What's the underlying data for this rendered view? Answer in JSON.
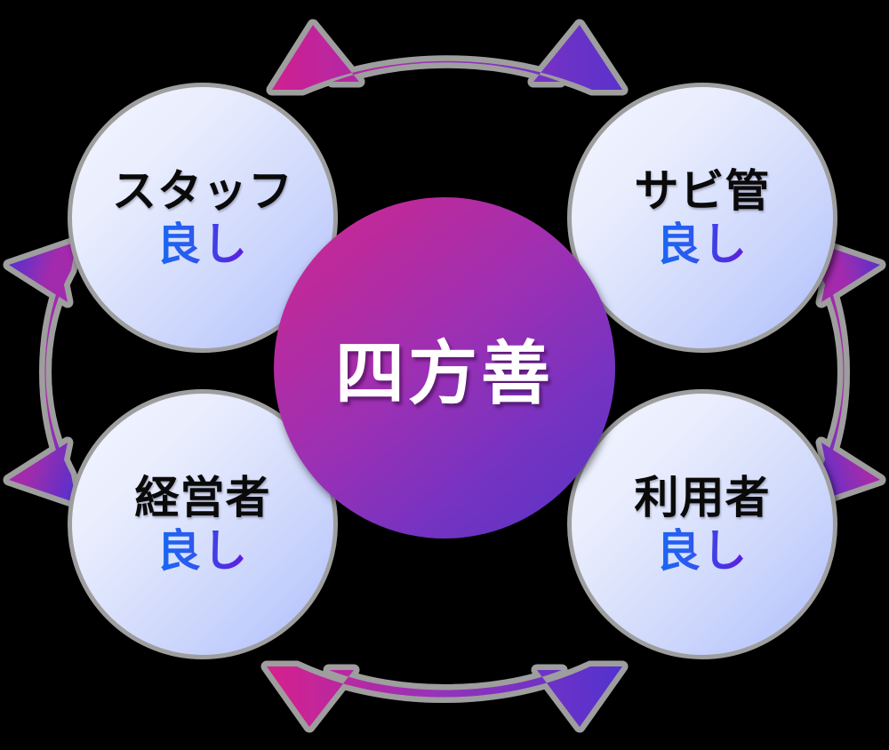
{
  "diagram": {
    "title": "四方善",
    "background_color": "#000000",
    "center": {
      "label": "四方善",
      "text_color": "#ffffff",
      "gradient_from": "#cf2a8f",
      "gradient_to": "#5633c6"
    },
    "nodes": [
      {
        "id": "staff",
        "label": "スタッフ",
        "sub": "良し",
        "position": "top-left"
      },
      {
        "id": "sabikan",
        "label": "サビ管",
        "sub": "良し",
        "position": "top-right"
      },
      {
        "id": "manager",
        "label": "経営者",
        "sub": "良し",
        "position": "bottom-left"
      },
      {
        "id": "user",
        "label": "利用者",
        "sub": "良し",
        "position": "bottom-right"
      }
    ],
    "node_style": {
      "label_color": "#0a0a0a",
      "sub_gradient_from": "#1668f2",
      "sub_gradient_to": "#6418e0",
      "fill_from": "#f3f5ff",
      "fill_to": "#aebdfc",
      "border_color": "#9e9e9e"
    },
    "arrows": [
      {
        "id": "arrow-top",
        "name": "top-double-arrow",
        "direction": "bidirectional",
        "connects": [
          "staff",
          "sabikan"
        ]
      },
      {
        "id": "arrow-right",
        "name": "right-double-arrow",
        "direction": "bidirectional",
        "connects": [
          "sabikan",
          "user"
        ]
      },
      {
        "id": "arrow-bottom",
        "name": "bottom-double-arrow",
        "direction": "bidirectional",
        "connects": [
          "manager",
          "user"
        ]
      },
      {
        "id": "arrow-left",
        "name": "left-double-arrow",
        "direction": "bidirectional",
        "connects": [
          "staff",
          "manager"
        ]
      }
    ],
    "arrow_style": {
      "gradient_from": "#cf2090",
      "gradient_mid": "#9b30b8",
      "gradient_to": "#5a30cc",
      "outline_color": "#9e9e9e"
    }
  }
}
